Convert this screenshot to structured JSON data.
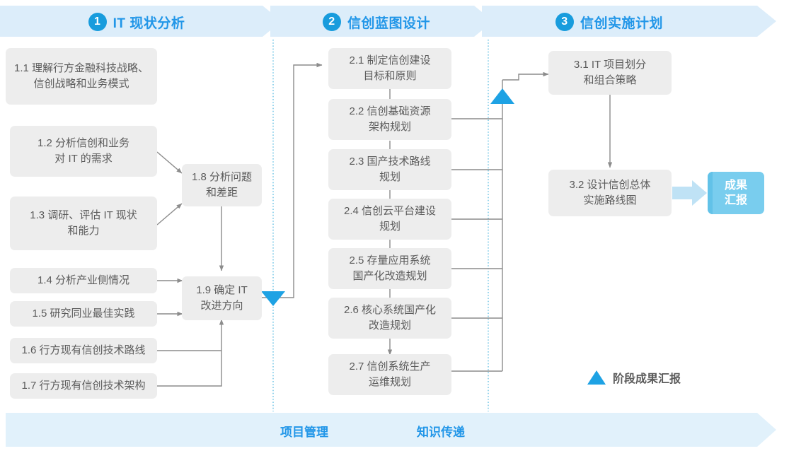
{
  "phases": [
    {
      "number": "1",
      "label": "IT 现状分析"
    },
    {
      "number": "2",
      "label": "信创蓝图设计"
    },
    {
      "number": "3",
      "label": "信创实施计划"
    }
  ],
  "phase1_tasks": [
    {
      "id": "1.1",
      "text": "1.1 理解行方金融科技战略、\n信创战略和业务模式"
    },
    {
      "id": "1.2",
      "text": "1.2 分析信创和业务\n对 IT 的需求"
    },
    {
      "id": "1.3",
      "text": "1.3 调研、评估 IT 现状\n和能力"
    },
    {
      "id": "1.4",
      "text": "1.4 分析产业侧情况"
    },
    {
      "id": "1.5",
      "text": "1.5 研究同业最佳实践"
    },
    {
      "id": "1.6",
      "text": "1.6 行方现有信创技术路线"
    },
    {
      "id": "1.7",
      "text": "1.7 行方现有信创技术架构"
    },
    {
      "id": "1.8",
      "text": "1.8 分析问题\n和差距"
    },
    {
      "id": "1.9",
      "text": "1.9 确定 IT\n改进方向"
    }
  ],
  "phase2_tasks": [
    {
      "id": "2.1",
      "text": "2.1 制定信创建设\n目标和原则"
    },
    {
      "id": "2.2",
      "text": "2.2 信创基础资源\n架构规划"
    },
    {
      "id": "2.3",
      "text": "2.3 国产技术路线\n规划"
    },
    {
      "id": "2.4",
      "text": "2.4 信创云平台建设\n规划"
    },
    {
      "id": "2.5",
      "text": "2.5 存量应用系统\n国产化改造规划"
    },
    {
      "id": "2.6",
      "text": "2.6 核心系统国产化\n改造规划"
    },
    {
      "id": "2.7",
      "text": "2.7 信创系统生产\n运维规划"
    }
  ],
  "phase3_tasks": [
    {
      "id": "3.1",
      "text": "3.1 IT 项目划分\n和组合策略"
    },
    {
      "id": "3.2",
      "text": "3.2 设计信创总体\n实施路线图"
    }
  ],
  "result": {
    "text": "成果\n汇报"
  },
  "legend": {
    "text": "阶段成果汇报"
  },
  "footer": {
    "items": [
      {
        "label": "项目管理"
      },
      {
        "label": "知识传递"
      }
    ]
  },
  "colors": {
    "band": "#dcedfa",
    "accent": "#2196e8",
    "circle": "#189cdd",
    "box": "#ededed",
    "box_text": "#5b5b5b",
    "milestone": "#1ea2e4",
    "result_box": "#79cdee",
    "connector": "#8c8c8c",
    "divider": "#4fb8e0"
  }
}
